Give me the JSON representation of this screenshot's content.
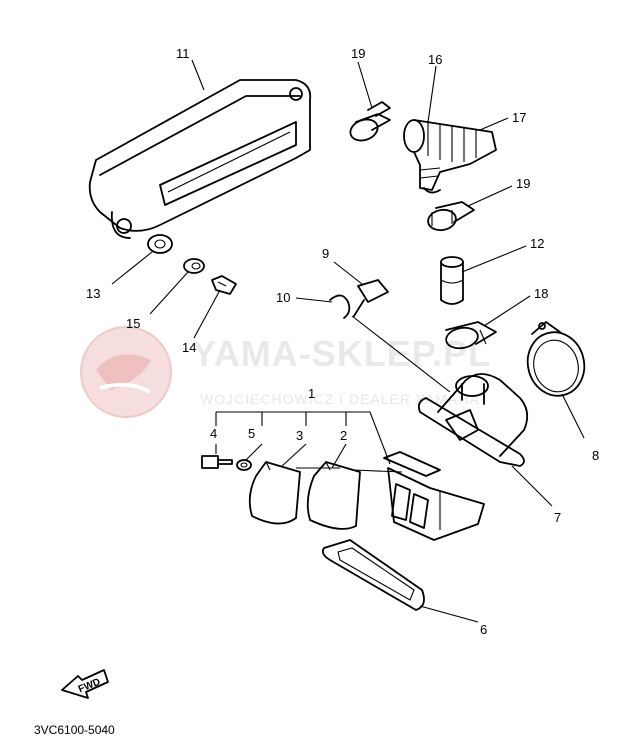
{
  "diagram_code": "3VC6100-5040",
  "fwd_label": "FWD",
  "watermark": {
    "brand": "YAMA-SKLEP.PL",
    "subtitle": "WOJCIECHOWICZ I DEALER YAMAHA"
  },
  "callouts": {
    "p1": "1",
    "p2": "2",
    "p3": "3",
    "p4": "4",
    "p5": "5",
    "p6": "6",
    "p7": "7",
    "p8": "8",
    "p9": "9",
    "p10": "10",
    "p11": "11",
    "p12": "12",
    "p13": "13",
    "p14": "14",
    "p15": "15",
    "p16": "16",
    "p17": "17",
    "p18": "18",
    "p19a": "19",
    "p19b": "19"
  }
}
